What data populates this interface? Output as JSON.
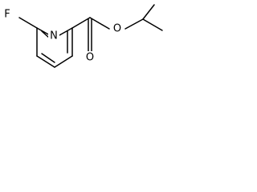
{
  "molecule": {
    "atoms": {
      "fluorine": "F",
      "ring_nitrogen": "N",
      "carbonyl_oxygen": "O",
      "ester_oxygen": "O"
    }
  }
}
